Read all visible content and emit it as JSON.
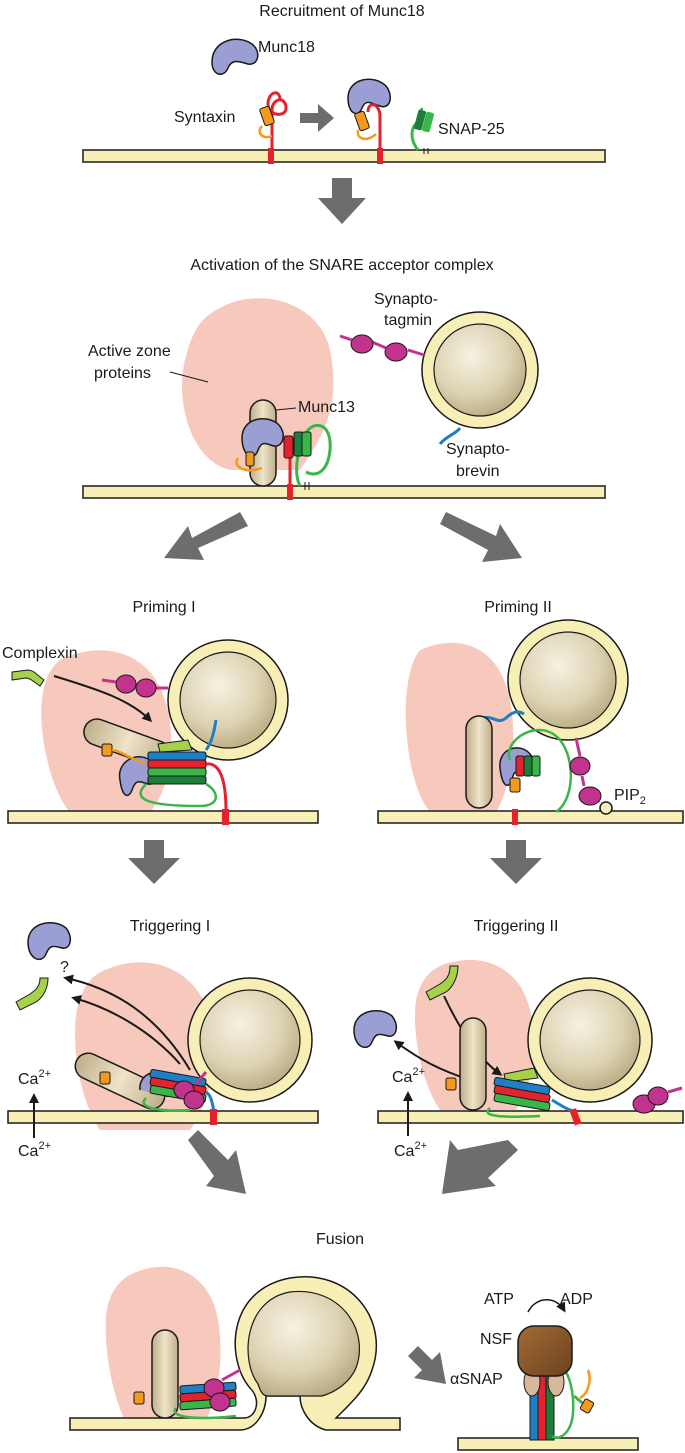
{
  "titles": {
    "recruitment": "Recruitment of Munc18",
    "activation": "Activation of the SNARE acceptor complex",
    "priming1": "Priming I",
    "priming2": "Priming II",
    "triggering1": "Triggering I",
    "triggering2": "Triggering II",
    "fusion": "Fusion"
  },
  "labels": {
    "munc18": "Munc18",
    "syntaxin": "Syntaxin",
    "snap25": "SNAP-25",
    "synaptotagmin_1": "Synapto-",
    "synaptotagmin_2": "tagmin",
    "active_zone_1": "Active zone",
    "active_zone_2": "proteins",
    "munc13": "Munc13",
    "synaptobrevin_1": "Synapto-",
    "synaptobrevin_2": "brevin",
    "complexin": "Complexin",
    "pip": "PIP",
    "pip_sub": "2",
    "question": "?",
    "ca": "Ca",
    "ca_sup": "2+",
    "atp": "ATP",
    "adp": "ADP",
    "nsf": "NSF",
    "asnap": "αSNAP"
  },
  "colors": {
    "membrane_fill": "#f8efb6",
    "membrane_stroke": "#1a1a1a",
    "active_zone": "#f7c9bd",
    "munc18": "#9a9ed2",
    "munc13": "#d9c9a8",
    "syntaxin": "#e4222d",
    "syntaxin_habc": "#f39a1e",
    "snap25": "#39b54a",
    "snap25_dark": "#1b7f3a",
    "synaptobrevin": "#1f7fc4",
    "synaptotagmin": "#c2338e",
    "complexin": "#a6d14a",
    "nsf": "#8a5a2b",
    "arrow_grey": "#6d6d6d"
  }
}
